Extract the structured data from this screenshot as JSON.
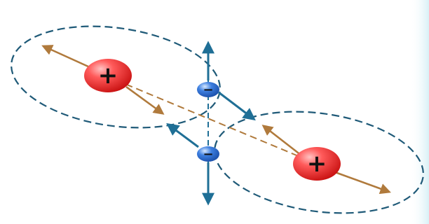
{
  "diagram": {
    "charges": [
      {
        "id": "nucleus-left",
        "sign": "+",
        "polarity": "positive"
      },
      {
        "id": "nucleus-right",
        "sign": "+",
        "polarity": "positive"
      },
      {
        "id": "electron-top",
        "sign": "−",
        "polarity": "negative"
      },
      {
        "id": "electron-bottom",
        "sign": "−",
        "polarity": "negative"
      }
    ],
    "colors": {
      "background": "#ffffff",
      "right_edge_tint": "#e3f4f8",
      "orbit_stroke": "#1f5a78",
      "force_arrow_brown": "#b07a3c",
      "force_arrow_blue": "#1f6f96",
      "nucleus_fill": "#e02020",
      "nucleus_highlight": "#ff9a9a",
      "electron_fill": "#2f6fd6",
      "electron_highlight": "#a9ccff",
      "symbol_color": "#111111"
    }
  }
}
